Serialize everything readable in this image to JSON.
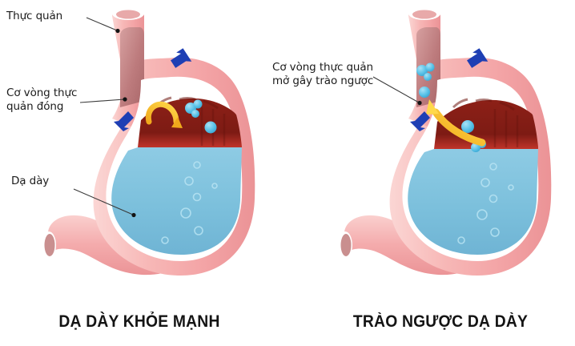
{
  "figure": {
    "type": "medical-illustration",
    "subject": "stomach-acid-reflux-comparison",
    "background_color": "#ffffff"
  },
  "colors": {
    "stomach_wall": "#f4a7a9",
    "stomach_wall_light": "#fbd3d2",
    "esophagus_lumen": "#c07a7c",
    "mucosa_red": "#8e2218",
    "liquid_blue": "#7cc2de",
    "bubble_blue": "#5cc3e8",
    "arrow_blue": "#1e3fb4",
    "arrow_yellow": "#f5c518",
    "leader_line": "#3a3a3a",
    "text": "#1b1b1b"
  },
  "panels": [
    {
      "id": "healthy",
      "caption": "DẠ DÀY KHỎE MẠNH",
      "state": "sphincter-closed",
      "labels": [
        {
          "id": "esophagus",
          "text": "Thực quản"
        },
        {
          "id": "sphincter-closed",
          "text": "Cơ vòng thực\nquản đóng"
        },
        {
          "id": "stomach",
          "text": "Dạ dày"
        }
      ],
      "arrows": [
        {
          "id": "blue-arrow-upper",
          "color": "#1e3fb4",
          "direction": "down-left"
        },
        {
          "id": "blue-arrow-lower",
          "color": "#1e3fb4",
          "direction": "up-right"
        },
        {
          "id": "yellow-arrow-contained",
          "color": "#f5c518",
          "direction": "curl-up-left"
        }
      ]
    },
    {
      "id": "reflux",
      "caption": "TRÀO NGƯỢC DẠ DÀY",
      "state": "sphincter-open",
      "labels": [
        {
          "id": "sphincter-open",
          "text": "Cơ vòng thực quản\nmở gây trào ngược"
        }
      ],
      "arrows": [
        {
          "id": "blue-arrow-upper",
          "color": "#1e3fb4",
          "direction": "down-left"
        },
        {
          "id": "blue-arrow-lower",
          "color": "#1e3fb4",
          "direction": "up-right"
        },
        {
          "id": "yellow-arrow-reflux",
          "color": "#f5c518",
          "direction": "up-into-esophagus"
        }
      ]
    }
  ]
}
